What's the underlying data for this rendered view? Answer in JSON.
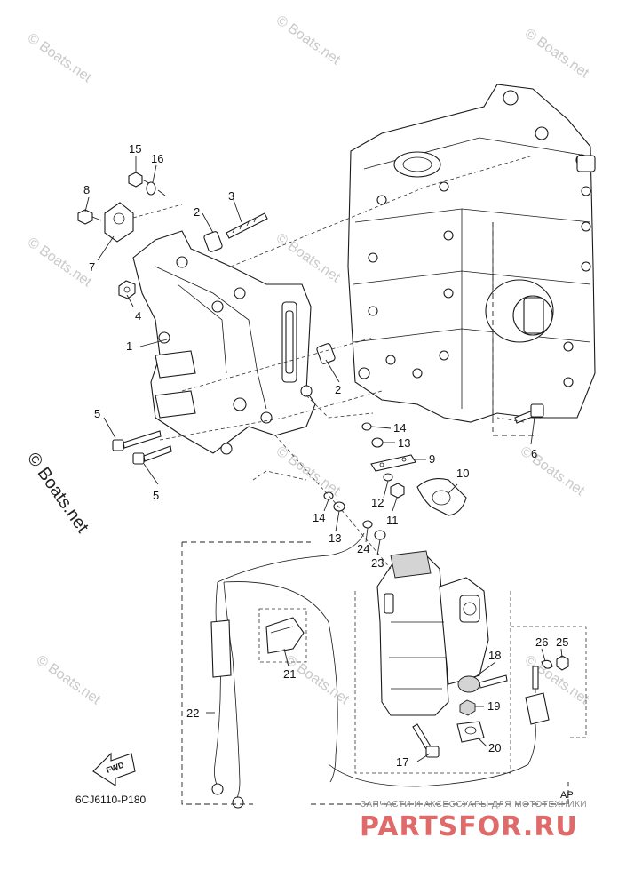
{
  "diagram": {
    "code": "6CJ6110-P180",
    "arrow_label": "FWD",
    "section_label": "AP",
    "copyright_text": "© Boats.net",
    "watermark_text": "© Boats.net",
    "shop_tagline": "ЗАПЧАСТИ И АКСЕССУАРЫ ДЛЯ МОТОТЕХНИКИ",
    "shop_logo": "PARTSFOR.RU"
  },
  "callouts": [
    {
      "n": "1"
    },
    {
      "n": "2"
    },
    {
      "n": "2"
    },
    {
      "n": "3"
    },
    {
      "n": "4"
    },
    {
      "n": "5"
    },
    {
      "n": "5"
    },
    {
      "n": "6"
    },
    {
      "n": "7"
    },
    {
      "n": "8"
    },
    {
      "n": "9"
    },
    {
      "n": "10"
    },
    {
      "n": "11"
    },
    {
      "n": "12"
    },
    {
      "n": "13"
    },
    {
      "n": "13"
    },
    {
      "n": "14"
    },
    {
      "n": "14"
    },
    {
      "n": "15"
    },
    {
      "n": "16"
    },
    {
      "n": "17"
    },
    {
      "n": "18"
    },
    {
      "n": "19"
    },
    {
      "n": "20"
    },
    {
      "n": "21"
    },
    {
      "n": "22"
    },
    {
      "n": "23"
    },
    {
      "n": "24"
    },
    {
      "n": "25"
    },
    {
      "n": "26"
    }
  ]
}
